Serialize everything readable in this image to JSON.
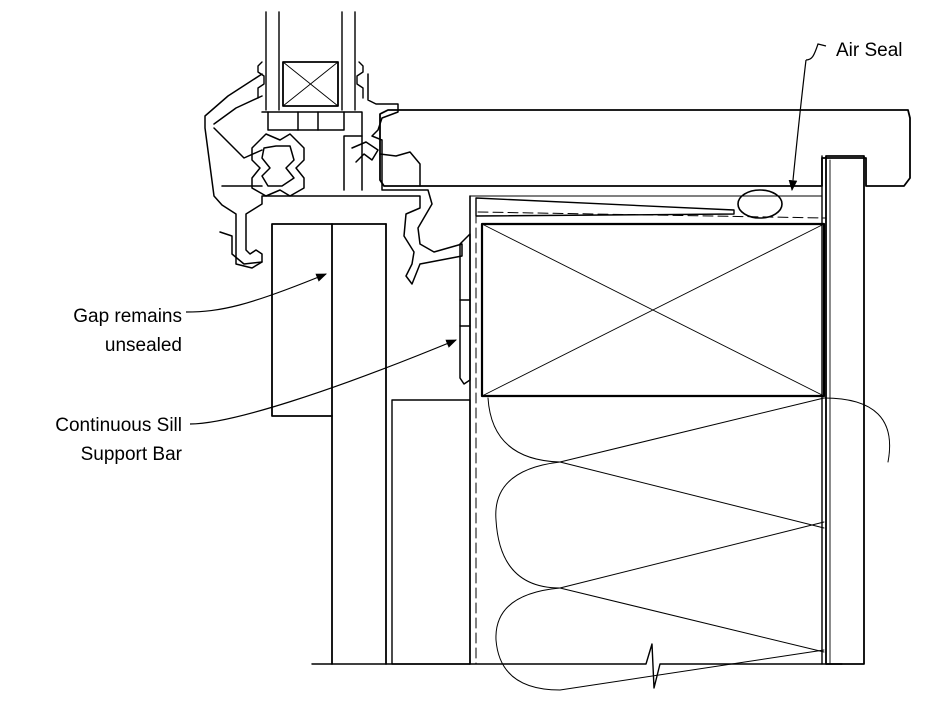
{
  "diagram": {
    "labels": {
      "air_seal": "Air Seal",
      "gap_line1": "Gap remains",
      "gap_line2": "unsealed",
      "sill_line1": "Continuous Sill",
      "sill_line2": "Support Bar"
    }
  }
}
